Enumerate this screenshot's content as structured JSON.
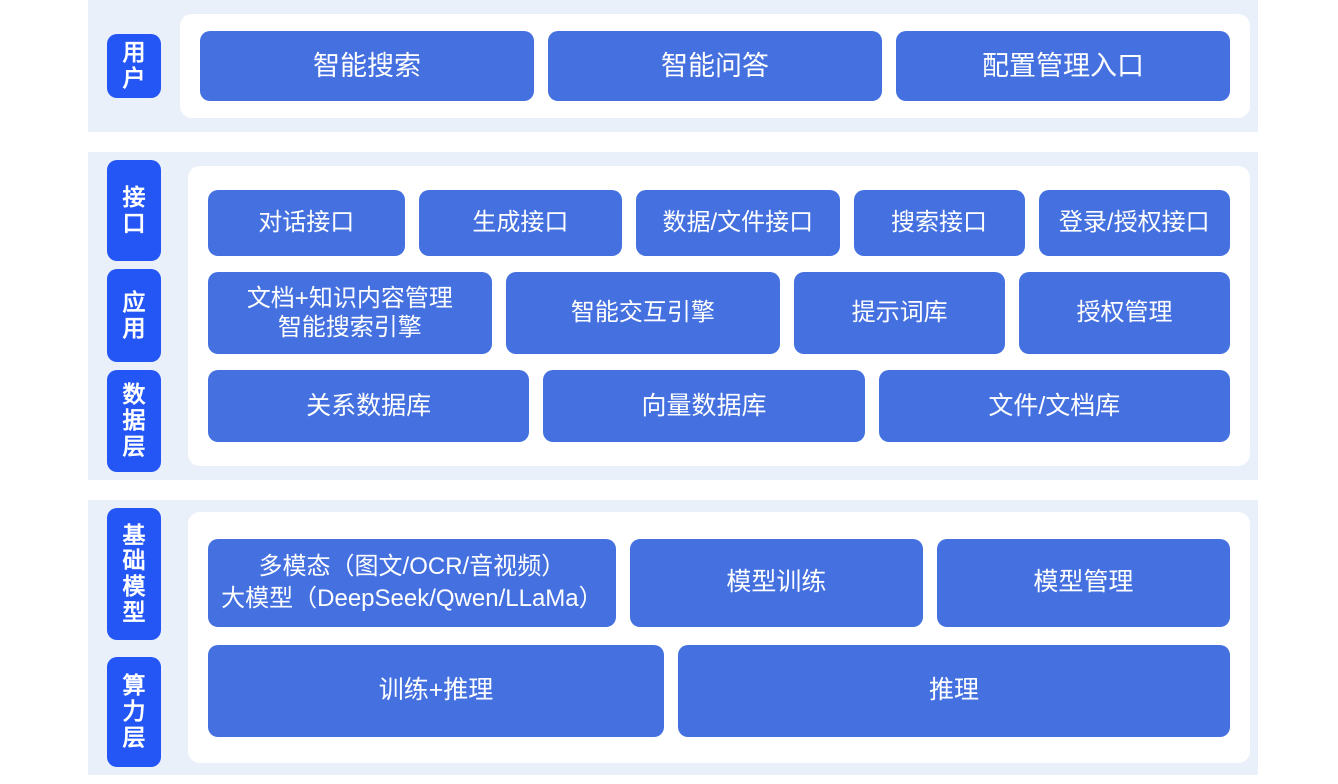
{
  "theme": {
    "page_background": "#ffffff",
    "section_background": "#eaf0fa",
    "panel_background": "#ffffff",
    "layer_tab_color": "#2456f5",
    "box_color": "#4571e0",
    "text_color": "#ffffff"
  },
  "sections": [
    {
      "id": "user-section",
      "layers": [
        {
          "id": "user",
          "label": "用户"
        }
      ],
      "rows": [
        {
          "id": "user-row",
          "boxes": [
            {
              "id": "smart-search",
              "label": "智能搜索",
              "flex": 1
            },
            {
              "id": "smart-qa",
              "label": "智能问答",
              "flex": 1
            },
            {
              "id": "config-management-entry",
              "label": "配置管理入口",
              "flex": 1
            }
          ]
        }
      ]
    },
    {
      "id": "platform-section",
      "layers": [
        {
          "id": "interface",
          "label": "接口"
        },
        {
          "id": "application",
          "label": "应用"
        },
        {
          "id": "data",
          "label": "数据层"
        }
      ],
      "rows": [
        {
          "id": "interface-row",
          "boxes": [
            {
              "id": "dialog-interface",
              "label": "对话接口",
              "flex": 1.03
            },
            {
              "id": "generation-interface",
              "label": "生成接口",
              "flex": 1.07
            },
            {
              "id": "data-file-interface",
              "label": "数据/文件接口",
              "flex": 1.07
            },
            {
              "id": "search-interface",
              "label": "搜索接口",
              "flex": 0.88
            },
            {
              "id": "login-auth-interface",
              "label": "登录/授权接口",
              "flex": 1.0
            }
          ]
        },
        {
          "id": "application-row",
          "boxes": [
            {
              "id": "doc-knowledge-management",
              "label": "文档+知识内容管理\n智能搜索引擎",
              "flex": 1.45,
              "multiline": true
            },
            {
              "id": "smart-interaction-engine",
              "label": "智能交互引擎",
              "flex": 1.4
            },
            {
              "id": "prompt-library",
              "label": "提示词库",
              "flex": 1.05
            },
            {
              "id": "authorization-management",
              "label": "授权管理",
              "flex": 1.05
            }
          ]
        },
        {
          "id": "data-row",
          "boxes": [
            {
              "id": "relational-database",
              "label": "关系数据库",
              "flex": 1
            },
            {
              "id": "vector-database",
              "label": "向量数据库",
              "flex": 1
            },
            {
              "id": "file-document-repository",
              "label": "文件/文档库",
              "flex": 1.1
            }
          ]
        }
      ]
    },
    {
      "id": "infrastructure-section",
      "layers": [
        {
          "id": "foundation-model",
          "label": "基础模型"
        },
        {
          "id": "compute",
          "label": "算力层"
        }
      ],
      "rows": [
        {
          "id": "model-row",
          "boxes": [
            {
              "id": "multimodal-large-model",
              "label": "多模态（图文/OCR/音视频）\n大模型（DeepSeek/Qwen/LLaMa）",
              "flex": 1.42,
              "multiline": true
            },
            {
              "id": "model-training",
              "label": "模型训练",
              "flex": 1.0
            },
            {
              "id": "model-management",
              "label": "模型管理",
              "flex": 1.0
            }
          ]
        },
        {
          "id": "compute-row",
          "boxes": [
            {
              "id": "training-and-inference",
              "label": "训练+推理",
              "flex": 1.0
            },
            {
              "id": "inference",
              "label": "推理",
              "flex": 1.22
            }
          ]
        }
      ]
    }
  ]
}
